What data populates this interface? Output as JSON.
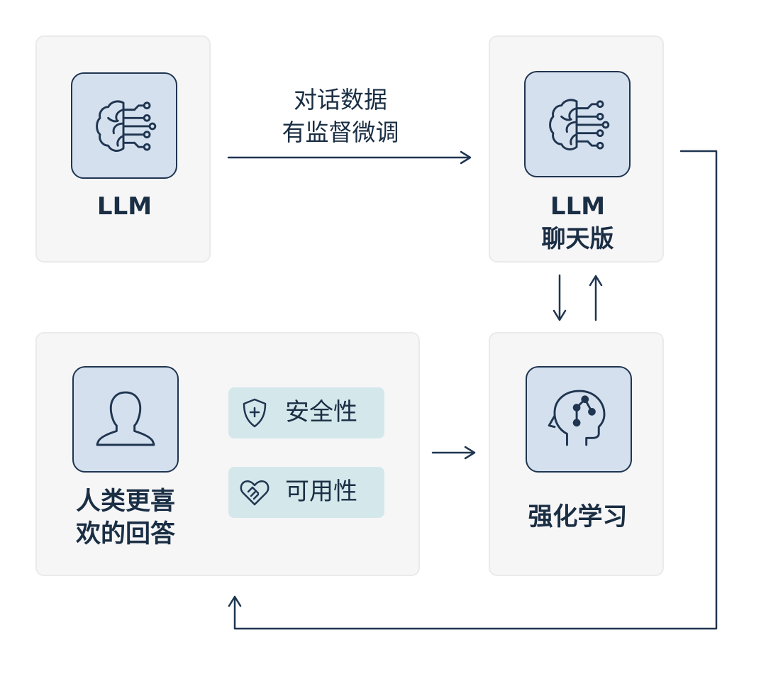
{
  "nodes": {
    "llm": {
      "label": "LLM",
      "icon": "brain-circuit-icon"
    },
    "llm_chat": {
      "label_line1": "LLM",
      "label_line2": "聊天版",
      "icon": "brain-circuit-icon"
    },
    "rl": {
      "label": "强化学习",
      "icon": "head-network-icon"
    },
    "human": {
      "label_line1": "人类更喜",
      "label_line2": "欢的回答",
      "icon": "person-icon",
      "criteria": [
        {
          "label": "安全性",
          "icon": "shield-plus-icon"
        },
        {
          "label": "可用性",
          "icon": "handshake-heart-icon"
        }
      ]
    }
  },
  "edges": {
    "sft": {
      "label_line1": "对话数据",
      "label_line2": "有监督微调"
    }
  },
  "colors": {
    "stroke": "#1f3550",
    "card_bg": "#f7f6f7",
    "icon_bg": "#d5e0ee",
    "pill_bg": "#d4e8ec"
  }
}
